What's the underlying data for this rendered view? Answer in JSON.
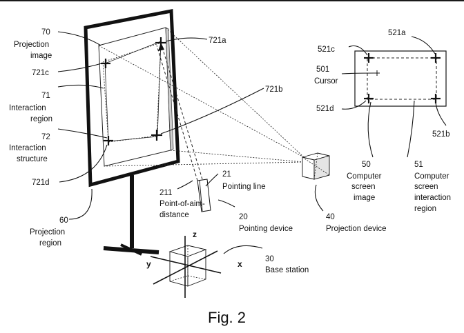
{
  "figure": {
    "caption": "Fig. 2",
    "axes": {
      "z": "z",
      "y": "y",
      "x": "x"
    }
  },
  "labels": {
    "l70": "70",
    "l70_line1": "Projection",
    "l70_line2": "image",
    "l721a": "721a",
    "l721c": "721c",
    "l721b": "721b",
    "l71": "71",
    "l71_line1": "Interaction",
    "l71_line2": "region",
    "l72": "72",
    "l72_line1": "Interaction",
    "l72_line2": "structure",
    "l721d": "721d",
    "l60": "60",
    "l60_line1": "Projection",
    "l60_line2": "region",
    "l21": "21",
    "l21_line1": "Pointing line",
    "l211": "211",
    "l211_line1": "Point-of-aim-",
    "l211_line2": "distance",
    "l20": "20",
    "l20_line1": "Pointing device",
    "l40": "40",
    "l40_line1": "Projection device",
    "l30": "30",
    "l30_line1": "Base station",
    "l521a": "521a",
    "l521c": "521c",
    "l501": "501",
    "l501_line1": "Cursor",
    "l521d": "521d",
    "l521b": "521b",
    "l50": "50",
    "l50_line1": "Computer",
    "l50_line2": "screen",
    "l50_line3": "image",
    "l51": "51",
    "l51_line1": "Computer",
    "l51_line2": "screen",
    "l51_line3": "interaction",
    "l51_line4": "region"
  }
}
